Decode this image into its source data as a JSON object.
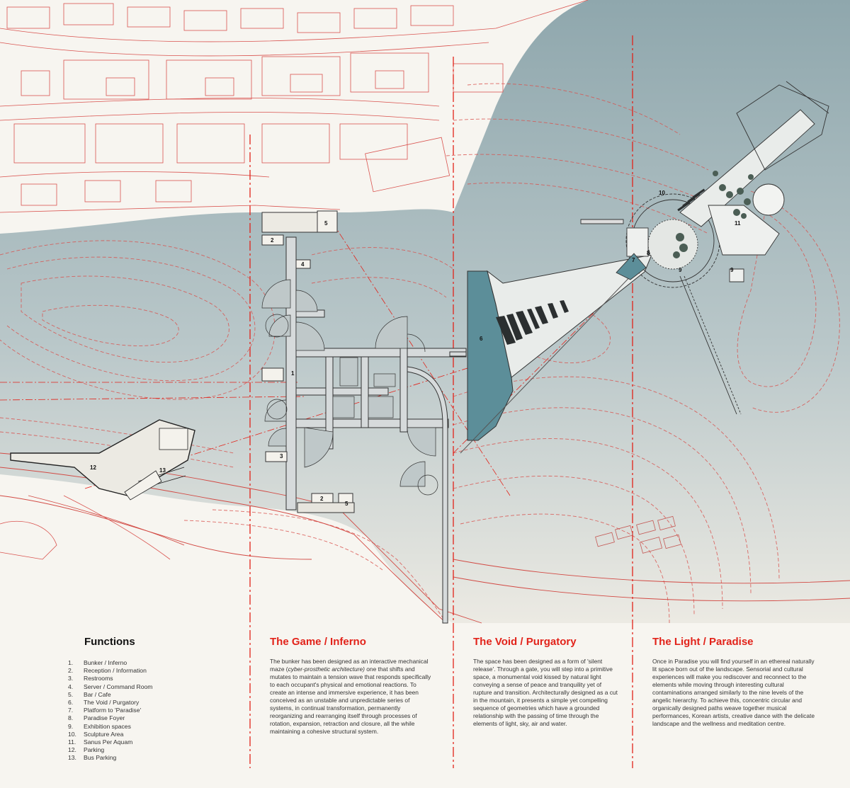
{
  "functions": {
    "title": "Functions",
    "items": [
      {
        "num": "1.",
        "label": "Bunker / Inferno"
      },
      {
        "num": "2.",
        "label": "Reception / Information"
      },
      {
        "num": "3.",
        "label": "Restrooms"
      },
      {
        "num": "4.",
        "label": "Server / Command Room"
      },
      {
        "num": "5.",
        "label": "Bar / Cafe"
      },
      {
        "num": "6.",
        "label": "The Void / Purgatory"
      },
      {
        "num": "7.",
        "label": "Platform to 'Paradise'"
      },
      {
        "num": "8.",
        "label": "Paradise Foyer"
      },
      {
        "num": "9.",
        "label": "Exhibition spaces"
      },
      {
        "num": "10.",
        "label": "Sculpture Area"
      },
      {
        "num": "11.",
        "label": "Sanus Per Aquam"
      },
      {
        "num": "12.",
        "label": "Parking"
      },
      {
        "num": "13.",
        "label": "Bus Parking"
      }
    ]
  },
  "sections": {
    "inferno": {
      "title": "The Game / Inferno",
      "text_a": "The bunker has been designed as an interactive mechanical maze (",
      "text_em": "cyber-prosthetic architecture)",
      "text_b": " one that shifts and mutates to maintain a tension wave that responds specifically to each occupant's physical and emotional reactions. To create an intense and immersive experience, it has been conceived as an unstable and unpredictable series of systems, in continual transformation, permanently reorganizing and rearranging itself through processes of rotation, expansion, retraction and closure, all the while maintaining a cohesive structural system."
    },
    "purgatory": {
      "title": "The Void / Purgatory",
      "text": "The space has been designed as a form of 'silent release'. Through a gate, you will step into a primitive space, a monumental void kissed by natural light conveying a sense of peace and tranquility yet of rupture and transition. Architecturally designed as a cut in the mountain, it presents a simple yet compelling sequence of geometries which have a grounded relationship with the passing of time through the elements of light, sky, air and water."
    },
    "paradise": {
      "title": "The Light / Paradise",
      "text": "Once in Paradise you will find yourself in an ethereal naturally lit space born out of the landscape. Sensorial and cultural experiences will make you rediscover and reconnect to the elements while moving through interesting cultural contaminations arranged similarly to the nine levels of the angelic hierarchy. To achieve this, concentric circular and organically designed paths weave together musical performances, Korean artists, creative dance with the delicate landscape and the wellness and meditation centre."
    }
  },
  "plan_labels": {
    "l1": "1",
    "l2": "2",
    "l3": "3",
    "l4": "4",
    "l5": "5",
    "l6": "6",
    "l7": "7",
    "l8": "8",
    "l9": "9",
    "l10": "10",
    "l11": "11",
    "l12": "12",
    "l13": "13"
  },
  "colors": {
    "accent": "#e2231a",
    "contour": "#d9534f",
    "terrain": "#a9bcc0",
    "water": "#5c8e99",
    "paper": "#f7f5f0"
  }
}
